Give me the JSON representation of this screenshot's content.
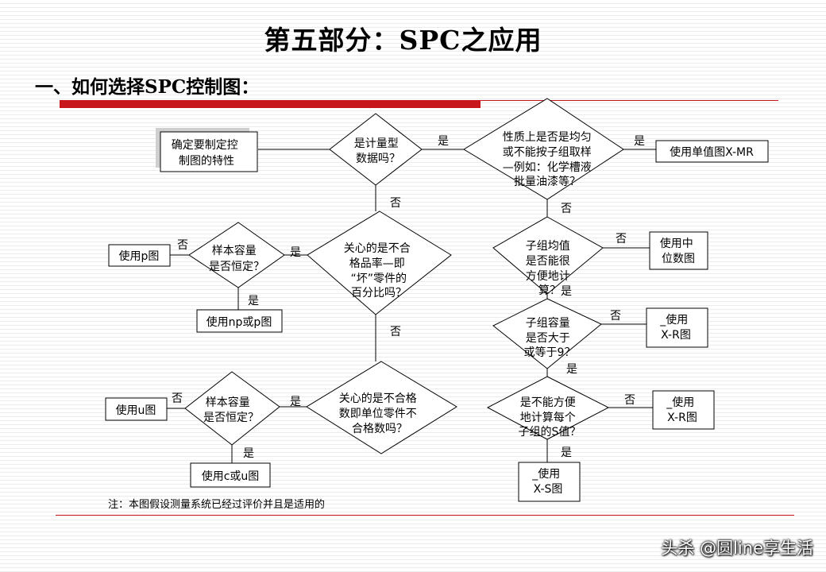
{
  "title": "第五部分：SPC之应用",
  "heading": "一、如何选择SPC控制图：",
  "colors": {
    "accent": "#c8161d",
    "line": "#000000"
  },
  "nodes": {
    "start": [
      "确定要制定控",
      "制图的特性"
    ],
    "d_variable": [
      "是计量型",
      "数据吗？"
    ],
    "d_homog": [
      "性质上是否是均匀",
      "或不能按子组取样",
      "—例如：化学槽液",
      "批量油漆等？"
    ],
    "b_xmr": [
      "使用单值图X-MR"
    ],
    "d_defective": [
      "关心的是不合",
      "格品率—即",
      "“坏”零件的",
      "百分比吗？"
    ],
    "d_sample1": [
      "样本容量",
      "是否恒定？"
    ],
    "b_p": [
      "使用p图"
    ],
    "b_np": [
      "使用np或p图"
    ],
    "d_defects": [
      "关心的是不合格",
      "数即单位零件不",
      "合格数吗？"
    ],
    "d_sample2": [
      "样本容量",
      "是否恒定？"
    ],
    "b_u": [
      "使用u图"
    ],
    "b_cu": [
      "使用c或u图"
    ],
    "d_mean": [
      "子组均值",
      "是否能很",
      "方便地计",
      "算？"
    ],
    "b_median": [
      "使用中",
      "位数图"
    ],
    "d_size": [
      "子组容量",
      "是否大于",
      "或等于9？"
    ],
    "b_xr1": [
      "_使用",
      "X-R图"
    ],
    "d_s": [
      "是不能方便",
      "地计算每个",
      "子组的S值？"
    ],
    "b_xr2": [
      "_使用",
      "X-R图"
    ],
    "b_xs": [
      "_使用",
      "X-S图"
    ]
  },
  "edges": {
    "yes": "是",
    "no": "否"
  },
  "note": "注：本图假设测量系统已经过评价并且是适用的",
  "watermark": "头杀 @圆line享生活"
}
